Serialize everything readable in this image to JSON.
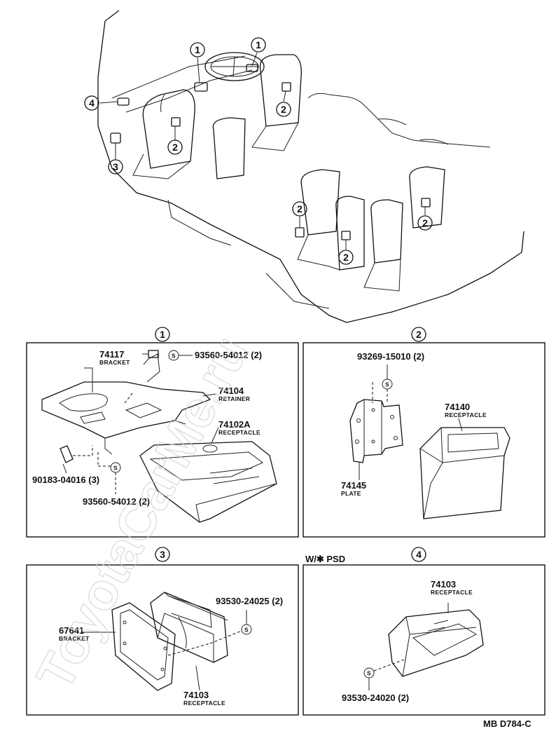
{
  "callouts": {
    "c1": "1",
    "c2": "2",
    "c3": "3",
    "c4": "4"
  },
  "panel1": {
    "bracket": {
      "number": "74117",
      "desc": "BRACKET"
    },
    "screw_top": "93560-54012 (2)",
    "retainer": {
      "number": "74104",
      "desc": "RETAINER"
    },
    "receptacle": {
      "number": "74102A",
      "desc": "RECEPTACLE"
    },
    "clip": "90183-04016 (3)",
    "screw_bottom": "93560-54012 (2)"
  },
  "panel2": {
    "screw": "93269-15010 (2)",
    "receptacle": {
      "number": "74140",
      "desc": "RECEPTACLE"
    },
    "plate": {
      "number": "74145",
      "desc": "PLATE"
    }
  },
  "panel3": {
    "screw": "93530-24025 (2)",
    "bracket": {
      "number": "67641",
      "desc": "BRACKET"
    },
    "receptacle": {
      "number": "74103",
      "desc": "RECEPTACLE"
    }
  },
  "panel4": {
    "note": "W/✱ PSD",
    "receptacle": {
      "number": "74103",
      "desc": "RECEPTACLE"
    },
    "screw": "93530-24020 (2)"
  },
  "screw_symbol": "S",
  "drawing_code": "MB D784-C",
  "watermark": "ToyotaCarMe.ru"
}
